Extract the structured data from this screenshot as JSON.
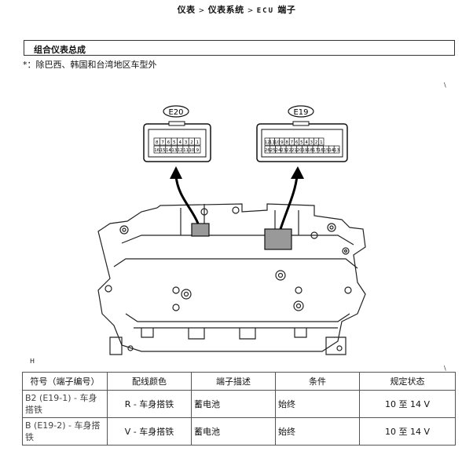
{
  "breadcrumb": {
    "items": [
      "仪表",
      "仪表系统",
      "ECU 端子"
    ],
    "latin_part": "ECU",
    "cjk_part": "端子",
    "separator": ">"
  },
  "section": {
    "title": "组合仪表总成"
  },
  "note": "*：除巴西、韩国和台湾地区车型外",
  "figure": {
    "connector_left": {
      "label": "E20",
      "row1": [
        "8",
        "7",
        "6",
        "5",
        "4",
        "3",
        "2",
        "1"
      ],
      "row2": [
        "16",
        "15",
        "14",
        "13",
        "12",
        "11",
        "10",
        "9"
      ]
    },
    "connector_right": {
      "label": "E19",
      "row1": [
        "12",
        "11",
        "10",
        "9",
        "8",
        "7",
        "6",
        "5",
        "4",
        "3",
        "2",
        "1"
      ],
      "row2": [
        "26",
        "25",
        "24",
        "23",
        "22",
        "21",
        "20",
        "19",
        "18",
        "17",
        "16",
        "15",
        "14",
        "13"
      ]
    },
    "corner_mark": "H",
    "tick_mark": "\\"
  },
  "table": {
    "headers": [
      "符号（端子编号）",
      "配线颜色",
      "端子描述",
      "条件",
      "规定状态"
    ],
    "rows": [
      [
        "B2 (E19-1) - 车身搭铁",
        "R - 车身搭铁",
        "蓄电池",
        "始终",
        "10 至 14 V"
      ],
      [
        "B (E19-2) - 车身搭铁",
        "V - 车身搭铁",
        "蓄电池",
        "始终",
        "10 至 14 V"
      ]
    ]
  }
}
